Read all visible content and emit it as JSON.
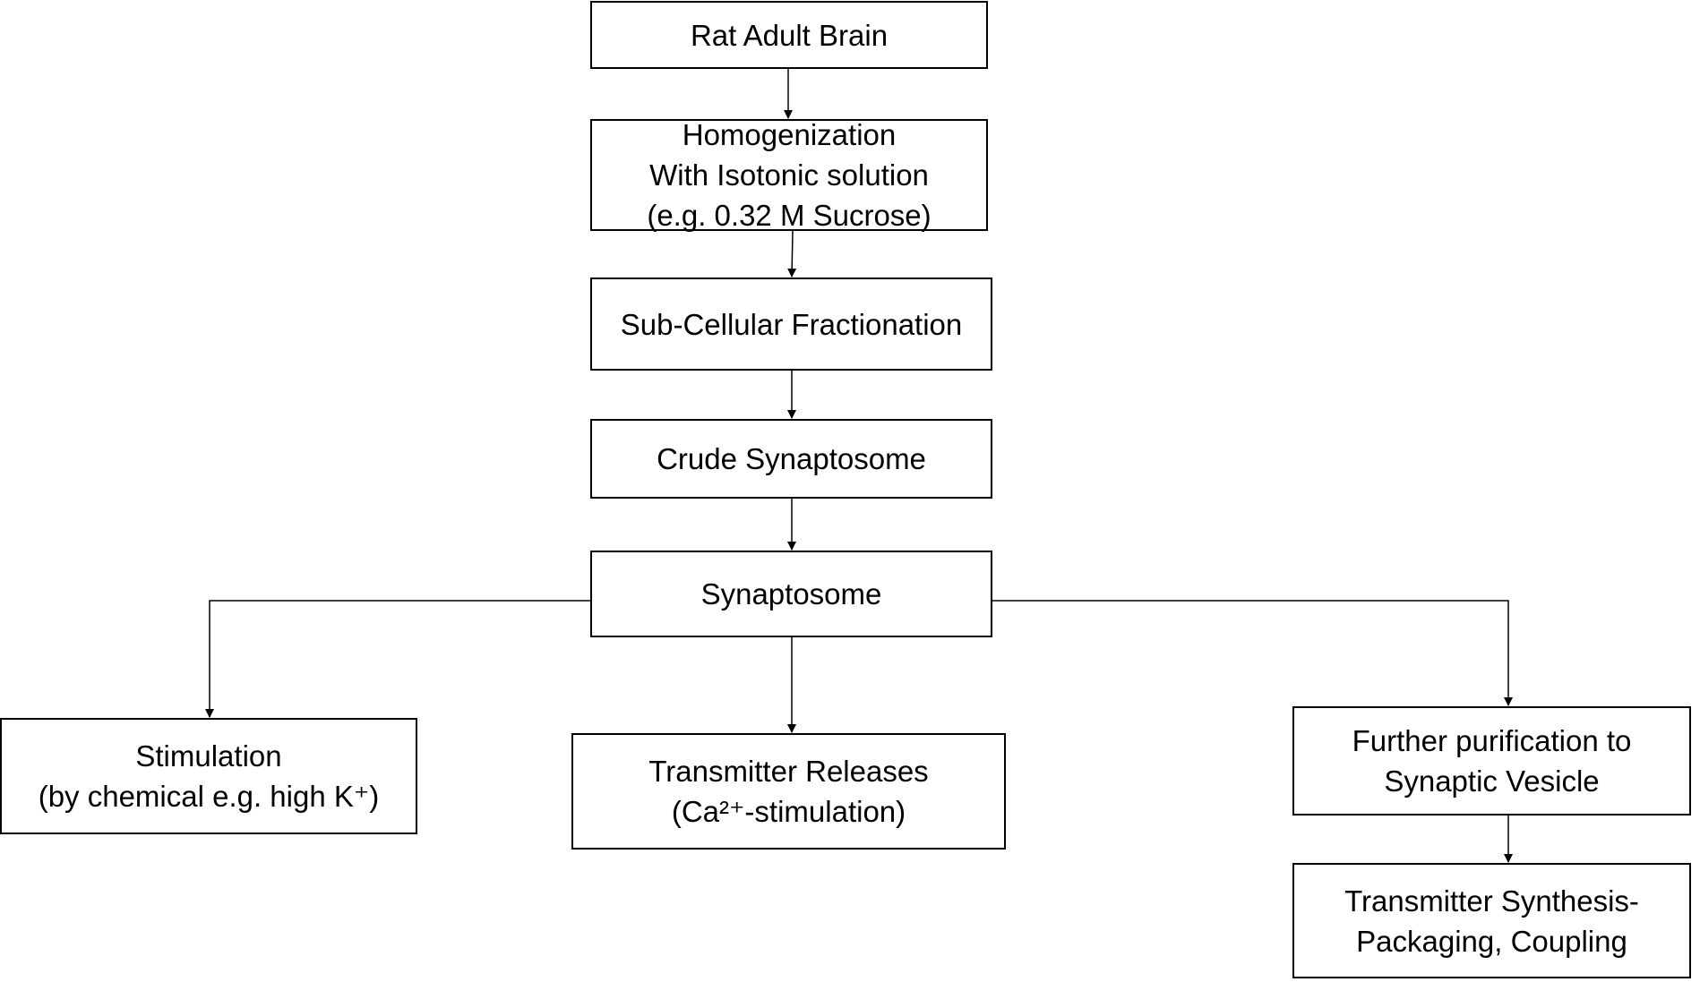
{
  "nodes": {
    "rat_brain": {
      "lines": [
        "Rat Adult Brain"
      ]
    },
    "homogenization": {
      "lines": [
        "Homogenization",
        "With Isotonic solution",
        "(e.g. 0.32 M Sucrose)"
      ]
    },
    "fractionation": {
      "lines": [
        "Sub-Cellular Fractionation"
      ]
    },
    "crude_synaptosome": {
      "lines": [
        "Crude Synaptosome"
      ]
    },
    "synaptosome": {
      "lines": [
        "Synaptosome"
      ]
    },
    "stimulation": {
      "lines": [
        "Stimulation",
        "(by chemical e.g. high K⁺)"
      ]
    },
    "transmitter_release": {
      "lines": [
        "Transmitter Releases",
        "(Ca²⁺-stimulation)"
      ]
    },
    "purification": {
      "lines": [
        "Further purification to",
        "Synaptic Vesicle"
      ]
    },
    "synthesis": {
      "lines": [
        "Transmitter Synthesis-",
        "Packaging, Coupling"
      ]
    }
  },
  "edges": [
    {
      "from": "rat_brain",
      "to": "homogenization"
    },
    {
      "from": "homogenization",
      "to": "fractionation"
    },
    {
      "from": "fractionation",
      "to": "crude_synaptosome"
    },
    {
      "from": "crude_synaptosome",
      "to": "synaptosome"
    },
    {
      "from": "synaptosome",
      "to": "stimulation"
    },
    {
      "from": "synaptosome",
      "to": "transmitter_release"
    },
    {
      "from": "synaptosome",
      "to": "purification"
    },
    {
      "from": "purification",
      "to": "synthesis"
    }
  ],
  "colors": {
    "line": "#000000",
    "box_border": "#000000",
    "background": "#ffffff",
    "text": "#000000"
  }
}
